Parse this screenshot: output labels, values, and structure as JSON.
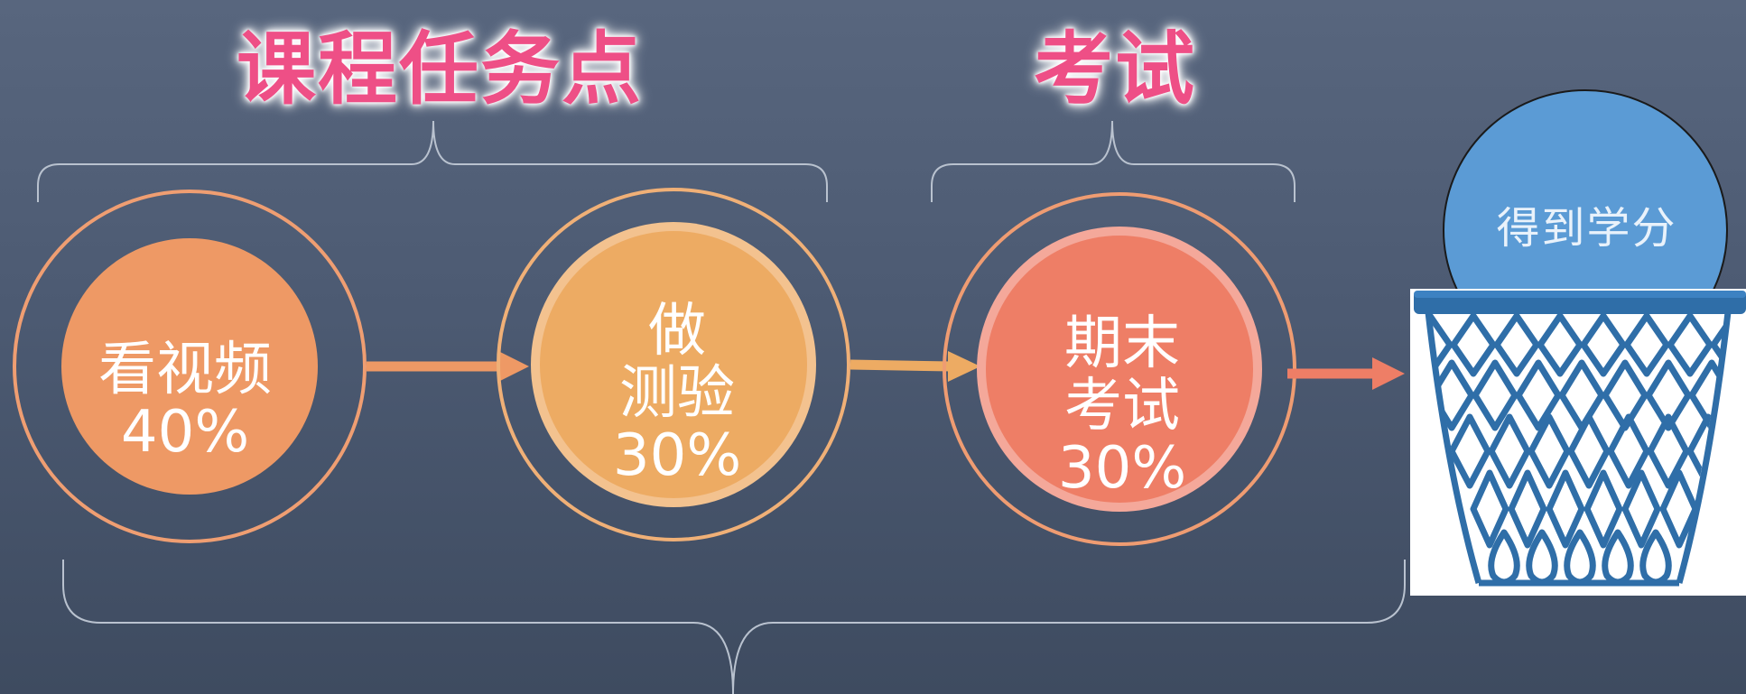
{
  "titles": {
    "course_tasks": "课程任务点",
    "exam": "考试"
  },
  "nodes": [
    {
      "label": "看视频",
      "percent": "40%"
    },
    {
      "label_line1": "做",
      "label_line2": "测验",
      "percent": "30%"
    },
    {
      "label_line1": "期末",
      "label_line2": "考试",
      "percent": "30%"
    }
  ],
  "result": {
    "label": "得到学分"
  },
  "colors": {
    "title_pink": "#ee4f86",
    "video_orange": "#ee9965",
    "quiz_yellow": "#edab63",
    "exam_salmon": "#ee7e66",
    "credit_blue": "#5b9bd5",
    "hoop_blue": "#2f6ea8"
  },
  "icons": {
    "basket": "basketball-hoop-icon"
  }
}
